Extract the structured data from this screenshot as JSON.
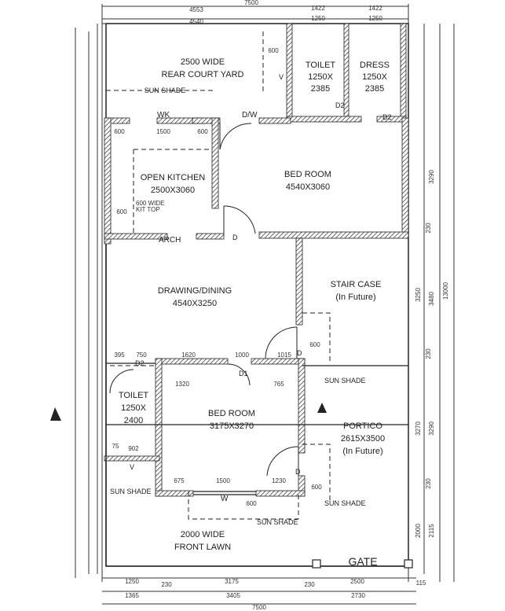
{
  "rooms": {
    "rear_court": {
      "line1": "2500 WIDE",
      "line2": "REAR COURT YARD",
      "sun_shade": "SUN SHADE"
    },
    "toilet_top": {
      "line1": "TOILET",
      "line2": "1250X",
      "line3": "2385"
    },
    "dress": {
      "line1": "DRESS",
      "line2": "1250X",
      "line3": "2385"
    },
    "open_kitchen": {
      "line1": "OPEN KITCHEN",
      "line2": "2500X3060",
      "kit_top1": "600 WIDE",
      "kit_top2": "KIT TOP"
    },
    "bed_room_top": {
      "line1": "BED ROOM",
      "line2": "4540X3060"
    },
    "drawing_dining": {
      "line1": "DRAWING/DINING",
      "line2": "4540X3250"
    },
    "stair_case": {
      "line1": "STAIR CASE",
      "line2": "(In Future)"
    },
    "toilet_bottom": {
      "line1": "TOILET",
      "line2": "1250X",
      "line3": "2400"
    },
    "bed_room_bottom": {
      "line1": "BED ROOM",
      "line2": "3175X3270"
    },
    "portico": {
      "line1": "PORTICO",
      "line2": "2615X3500",
      "line3": "(In Future)"
    },
    "front_lawn": {
      "line1": "2000 WIDE",
      "line2": "FRONT LAWN"
    }
  },
  "labels": {
    "gate": "GATE",
    "wk": "WK",
    "dw": "D/W",
    "arch": "ARCH",
    "d": "D",
    "d1": "D1",
    "d2": "D2",
    "v": "V",
    "w": "W",
    "sun_shade": "SUN SHADE"
  },
  "dims": {
    "top_total": "7500",
    "top_4553": "4553",
    "top_4540": "4540",
    "top_1422a": "1422",
    "top_1422b": "1422",
    "top_1250a": "1250",
    "top_1250b": "1250",
    "d600": "600",
    "d1500": "1500",
    "d395": "395",
    "d750": "750",
    "d1620": "1620",
    "d1000": "1000",
    "d1015": "1015",
    "d1320": "1320",
    "d765": "765",
    "d75": "75",
    "d902": "902",
    "d675": "675",
    "d1230": "1230",
    "b1250": "1250",
    "b230a": "230",
    "b3175": "3175",
    "b230b": "230",
    "b2500": "2500",
    "b115": "115",
    "b1365": "1365",
    "b3405": "3405",
    "b2730": "2730",
    "b7500": "7500",
    "r3290": "3290",
    "r3250": "3250",
    "r3480": "3480",
    "r13000": "13000",
    "r3270": "3270",
    "r2000": "2000",
    "r2115": "2115",
    "r230a": "230",
    "r230b": "230",
    "r230c": "230"
  }
}
